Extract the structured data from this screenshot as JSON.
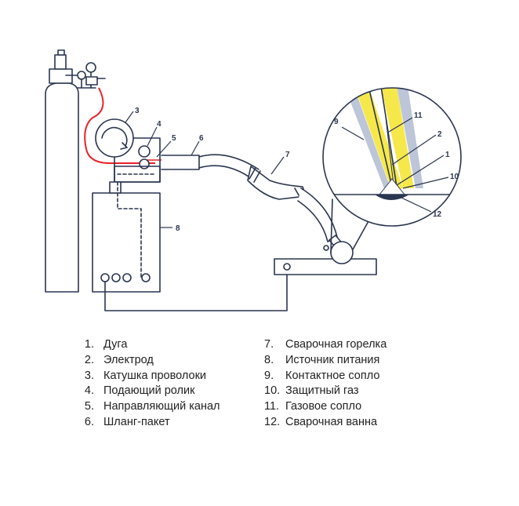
{
  "diagram": {
    "callouts": [
      "1",
      "2",
      "3",
      "4",
      "5",
      "6",
      "7",
      "8",
      "9",
      "10",
      "11",
      "12"
    ],
    "colors": {
      "line": "#2a3550",
      "hose": "#e8232a",
      "gas": "#f6e84a",
      "arc": "#ffffff",
      "lens": "#e8eef8"
    }
  },
  "legend": {
    "left": [
      {
        "num": "1.",
        "text": "Дуга"
      },
      {
        "num": "2.",
        "text": "Электрод"
      },
      {
        "num": "3.",
        "text": "Катушка проволоки"
      },
      {
        "num": "4.",
        "text": "Подающий ролик"
      },
      {
        "num": "5.",
        "text": "Направляющий канал"
      },
      {
        "num": "6.",
        "text": "Шланг-пакет"
      }
    ],
    "right": [
      {
        "num": "7.",
        "text": "Сварочная горелка"
      },
      {
        "num": "8.",
        "text": "Источник питания"
      },
      {
        "num": "9.",
        "text": "Контактное сопло"
      },
      {
        "num": "10.",
        "text": "Защитный газ"
      },
      {
        "num": "11.",
        "text": "Газовое сопло"
      },
      {
        "num": "12.",
        "text": "Сварочная ванна"
      }
    ]
  }
}
